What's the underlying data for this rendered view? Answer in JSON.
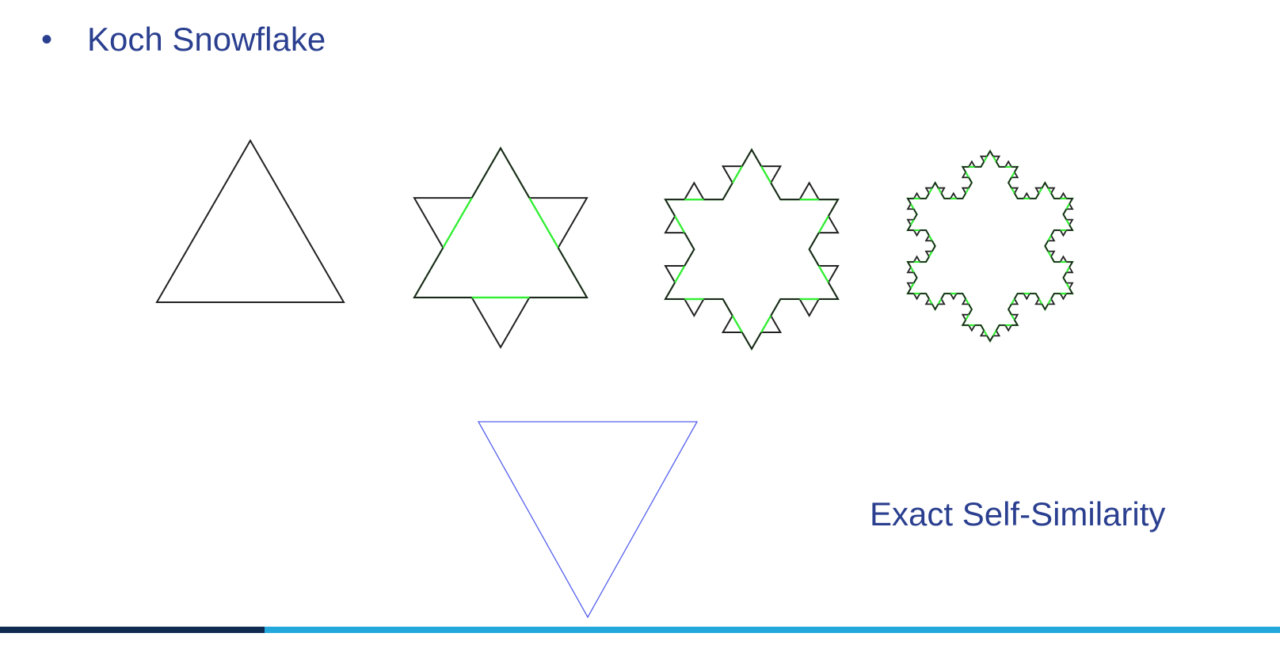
{
  "slide": {
    "bullet": "•",
    "title": "Koch Snowflake",
    "caption": "Exact Self-Similarity"
  },
  "figure": {
    "iterations": [
      0,
      1,
      2,
      3
    ],
    "colors": {
      "outline": "#222222",
      "removed_segment": "#33ee33",
      "animated_triangle": "#5560ee"
    }
  },
  "footer": {
    "left_bar_color": "#0f2b4f",
    "right_bar_color": "#22a8dc"
  }
}
